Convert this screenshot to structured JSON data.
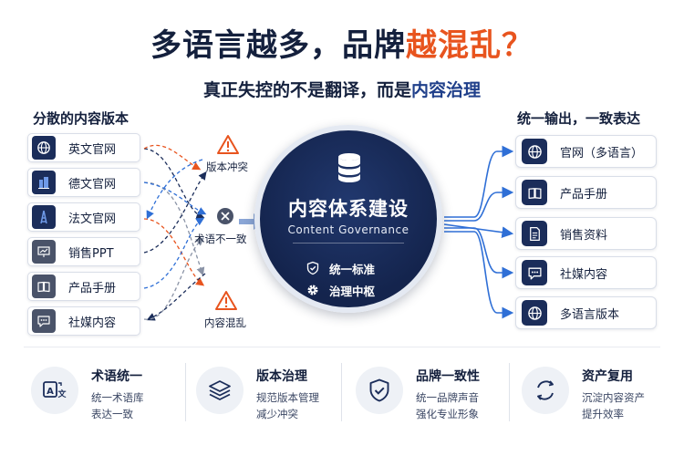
{
  "header": {
    "title_part1": "多语言越多，品牌",
    "title_part2": "越混乱？",
    "subtitle_part1": "真正失控的不是翻译，而是",
    "subtitle_part2": "内容治理"
  },
  "left": {
    "heading": "分散的内容版本",
    "items": [
      {
        "label": "英文官网",
        "icon": "globe-icon"
      },
      {
        "label": "德文官网",
        "icon": "building-icon"
      },
      {
        "label": "法文官网",
        "icon": "eiffel-tower-icon"
      },
      {
        "label": "销售PPT",
        "icon": "presentation-icon"
      },
      {
        "label": "产品手册",
        "icon": "book-icon"
      },
      {
        "label": "社媒内容",
        "icon": "chat-icon"
      }
    ]
  },
  "issues": {
    "version_conflict": "版本冲突",
    "term_inconsistent": "术语不一致",
    "content_chaos": "内容混乱"
  },
  "center": {
    "title": "内容体系建设",
    "subtitle": "Content Governance",
    "row1": "统一标准",
    "row2": "治理中枢"
  },
  "right": {
    "heading": "统一输出，一致表达",
    "items": [
      {
        "label": "官网（多语言）",
        "icon": "globe-icon"
      },
      {
        "label": "产品手册",
        "icon": "book-icon"
      },
      {
        "label": "销售资料",
        "icon": "document-icon"
      },
      {
        "label": "社媒内容",
        "icon": "chat-icon"
      },
      {
        "label": "多语言版本",
        "icon": "globe-icon"
      }
    ]
  },
  "bottom": [
    {
      "title": "术语统一",
      "desc1": "统一术语库",
      "desc2": "表达一致",
      "icon": "translate-icon"
    },
    {
      "title": "版本治理",
      "desc1": "规范版本管理",
      "desc2": "减少冲突",
      "icon": "layers-icon"
    },
    {
      "title": "品牌一致性",
      "desc1": "统一品牌声音",
      "desc2": "强化专业形象",
      "icon": "shield-check-icon"
    },
    {
      "title": "资产复用",
      "desc1": "沉淀内容资产",
      "desc2": "提升效率",
      "icon": "recycle-icon"
    }
  ],
  "colors": {
    "navy": "#1b2d5a",
    "accent_orange": "#e8541e",
    "accent_blue": "#2f6fd6"
  }
}
